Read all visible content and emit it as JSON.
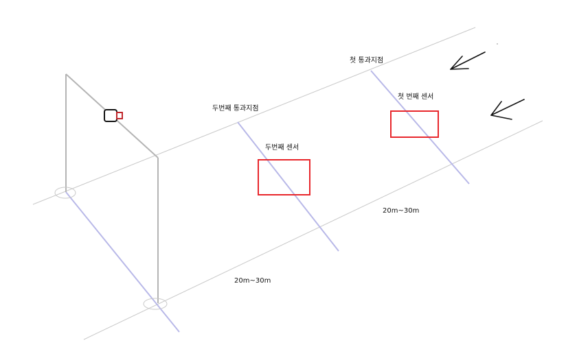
{
  "labels": {
    "first_pass_point": "첫 통과지점",
    "second_pass_point": "두번째 통과지점",
    "first_sensor": "첫 번째 센서",
    "second_sensor": "두번째 센서",
    "distance_near": "20m~30m",
    "distance_far": "20m~30m"
  },
  "colors": {
    "background": "#ffffff",
    "rail": "#c8c8c8",
    "pole": "#b4b4b4",
    "crossline": "#b8b8e8",
    "sensor_box": "#e8262b",
    "camera_body": "#111111",
    "camera_lens": "#c0262b",
    "arrow": "#111111"
  },
  "icons": {
    "camera": "camera-icon",
    "direction_arrows": "arrow-down-left-icon"
  }
}
